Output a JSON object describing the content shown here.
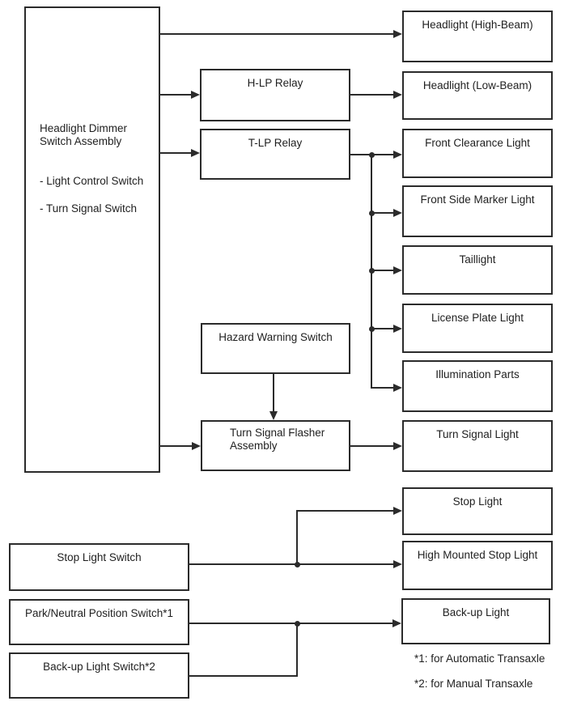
{
  "dimmer_box": {
    "title": "Headlight Dimmer\nSwitch Assembly",
    "item1": "- Light Control Switch",
    "item2": "- Turn Signal Switch"
  },
  "relays": {
    "hlp": "H-LP Relay",
    "tlp": "T-LP Relay"
  },
  "hazard_switch_label": "Hazard Warning Switch",
  "flasher_label": "Turn Signal Flasher\nAssembly",
  "switches": {
    "stop": "Stop Light Switch",
    "park_neutral": "Park/Neutral Position Switch*1",
    "backup": "Back-up Light Switch*2"
  },
  "outputs": [
    {
      "label": "Headlight (High-Beam)"
    },
    {
      "label": "Headlight (Low-Beam)"
    },
    {
      "label": "Front Clearance Light"
    },
    {
      "label": "Front Side Marker Light"
    },
    {
      "label": "Taillight"
    },
    {
      "label": "License Plate Light"
    },
    {
      "label": "Illumination Parts"
    },
    {
      "label": "Turn Signal Light"
    },
    {
      "label": "Stop Light"
    },
    {
      "label": "High Mounted Stop Light"
    },
    {
      "label": "Back-up Light"
    }
  ],
  "notes": [
    {
      "text": "*1: for Automatic Transaxle"
    },
    {
      "text": "*2: for Manual Transaxle"
    }
  ],
  "colors": {
    "line": "#2b2b2b",
    "text": "#1f1f1f",
    "background": "#ffffff"
  }
}
